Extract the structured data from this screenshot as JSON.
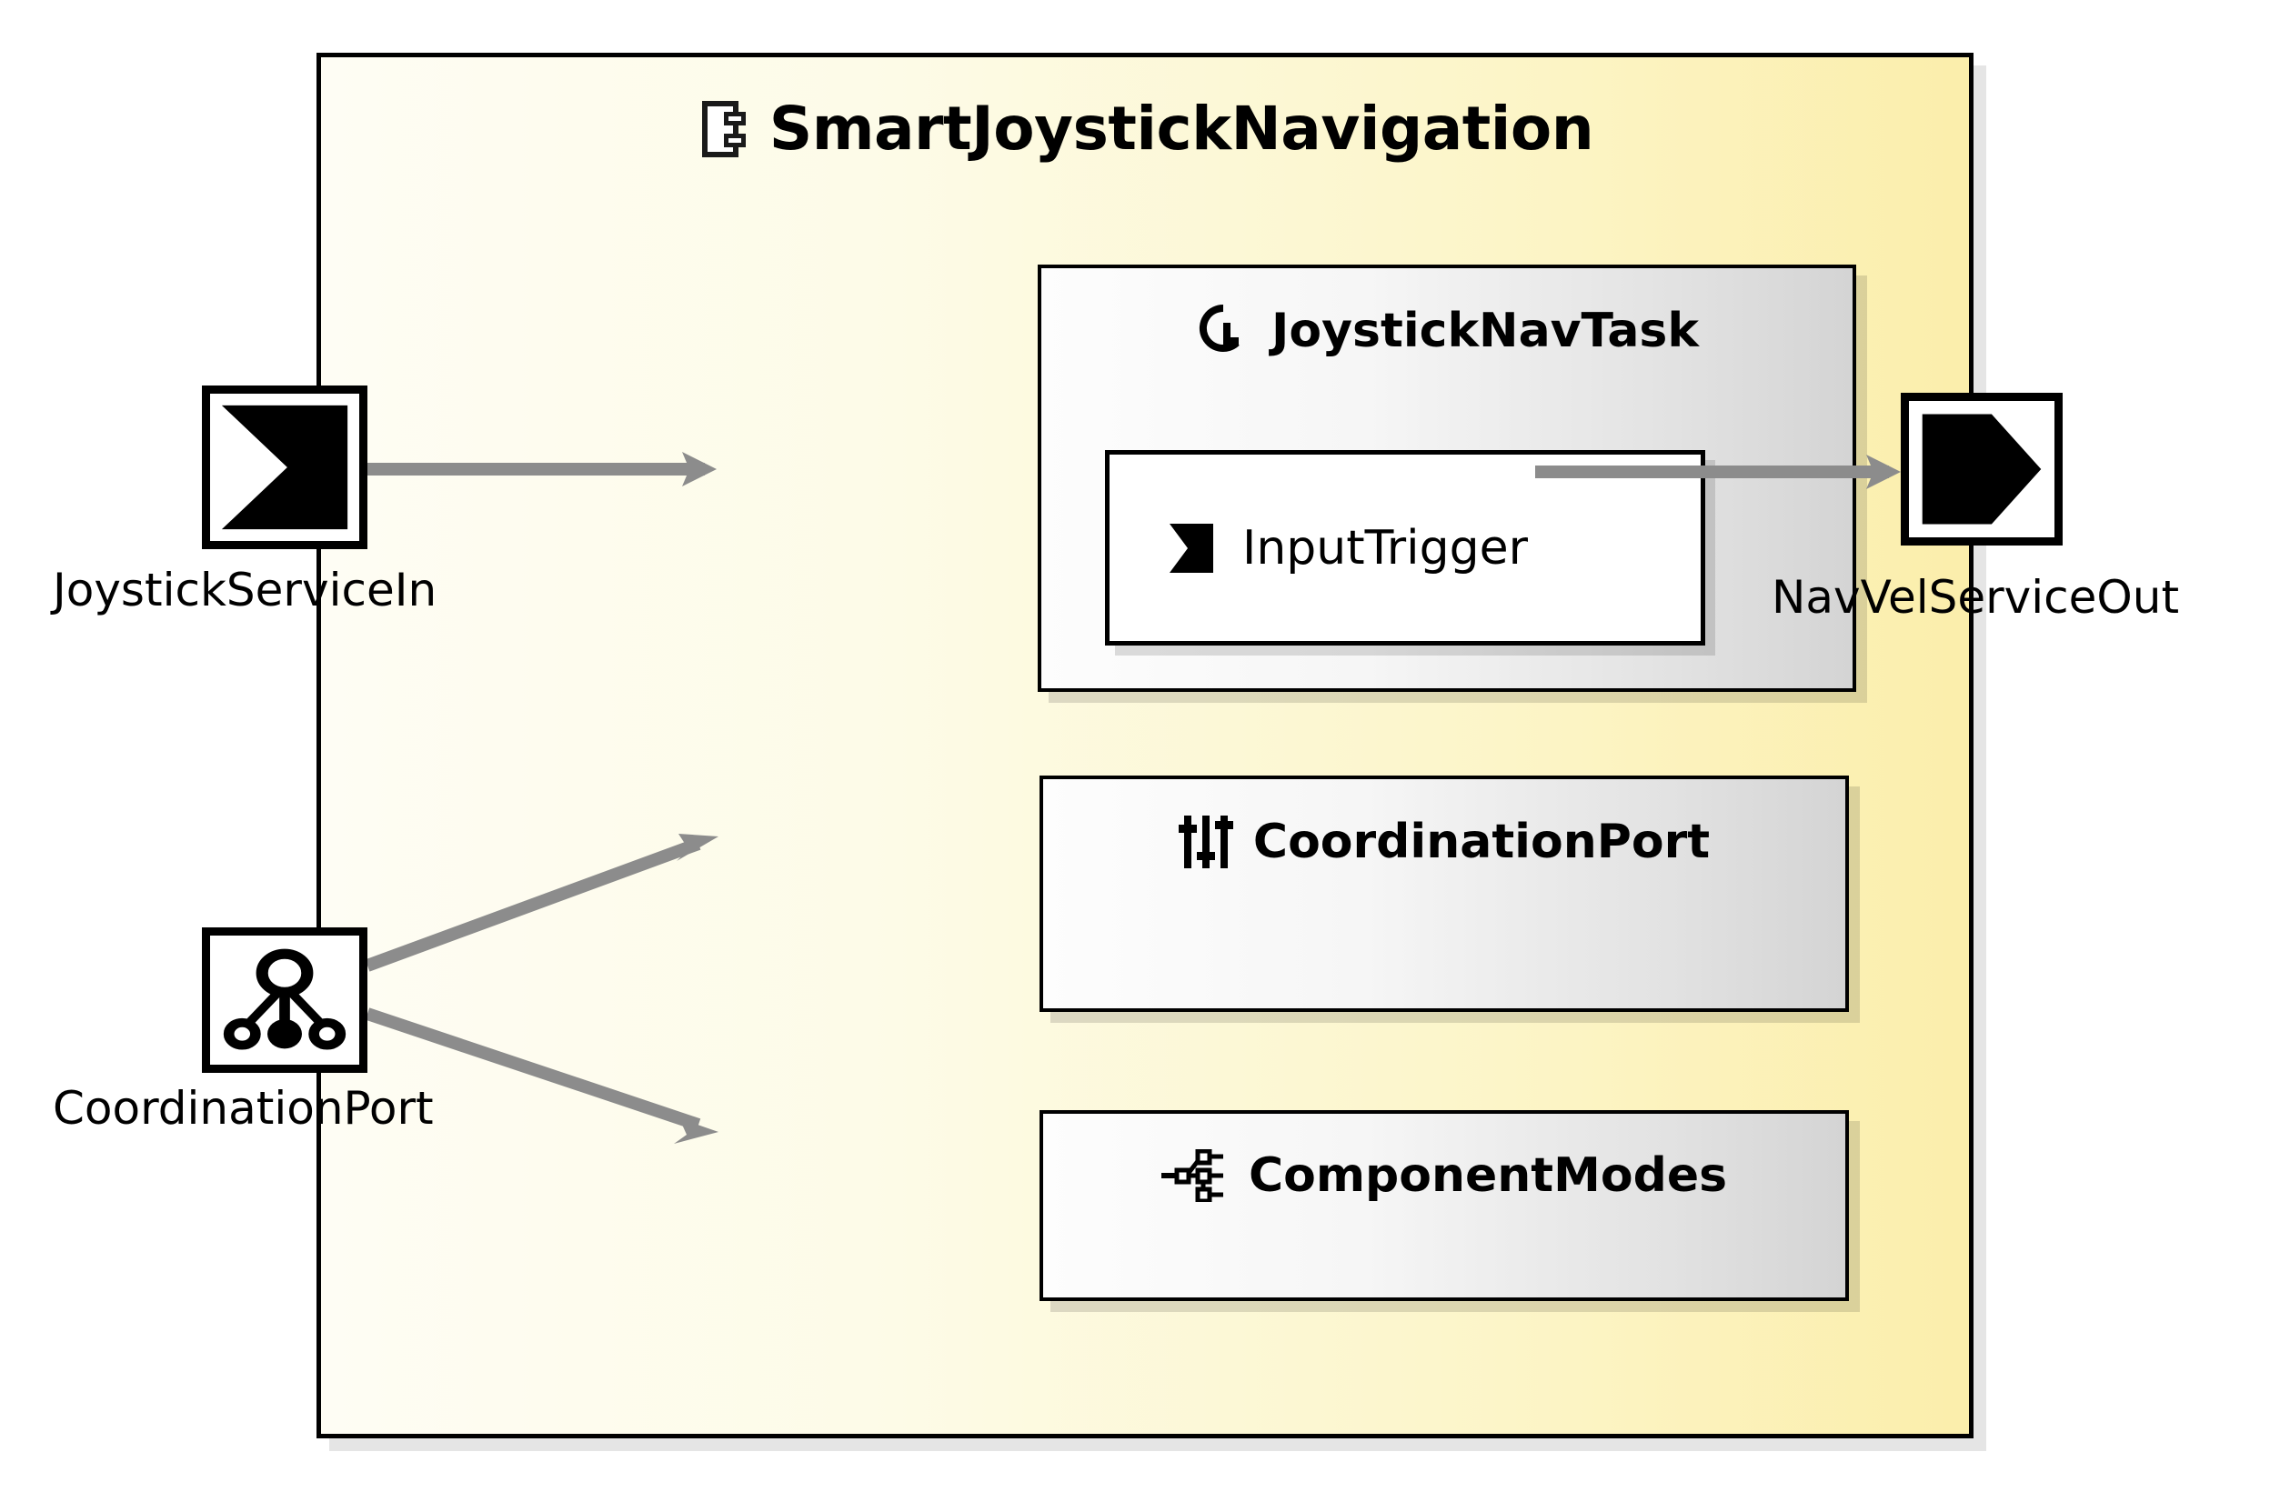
{
  "diagram": {
    "type": "uml-component-diagram",
    "component": {
      "name": "SmartJoystickNavigation",
      "icon": "uml-component-icon",
      "fill_start": "#fefdf4",
      "fill_end": "#fbeeab",
      "border_color": "#000000"
    },
    "inner_elements": [
      {
        "id": "joysticknavtask",
        "label": "JoystickNavTask",
        "icon": "cyclic-task-icon",
        "bold": true,
        "nested": [
          {
            "id": "inputtrigger",
            "label": "InputTrigger",
            "icon": "trigger-flag-icon",
            "bold": false,
            "fill": "#ffffff"
          }
        ]
      },
      {
        "id": "coordinationport",
        "label": "CoordinationPort",
        "icon": "sliders-icon",
        "bold": true
      },
      {
        "id": "componentmodes",
        "label": "ComponentModes",
        "icon": "modes-hierarchy-icon",
        "bold": true
      }
    ],
    "ports": [
      {
        "id": "joystickservicein",
        "label": "JoystickServiceIn",
        "icon": "input-port-chevron-icon",
        "side": "left"
      },
      {
        "id": "coordinationport-external",
        "label": "CoordinationPort",
        "icon": "coordination-hub-icon",
        "side": "left"
      },
      {
        "id": "navvelserviceout",
        "label": "NavVelServiceOut",
        "icon": "output-port-arrow-icon",
        "side": "right"
      }
    ],
    "connectors": [
      {
        "from": "joystickservicein",
        "to": "joysticknavtask",
        "color": "#8c8c8c"
      },
      {
        "from": "joysticknavtask",
        "to": "navvelserviceout",
        "color": "#8c8c8c"
      },
      {
        "from": "coordinationport-external",
        "to": "coordinationport",
        "color": "#8c8c8c"
      },
      {
        "from": "coordinationport-external",
        "to": "componentmodes",
        "color": "#8c8c8c"
      }
    ]
  }
}
